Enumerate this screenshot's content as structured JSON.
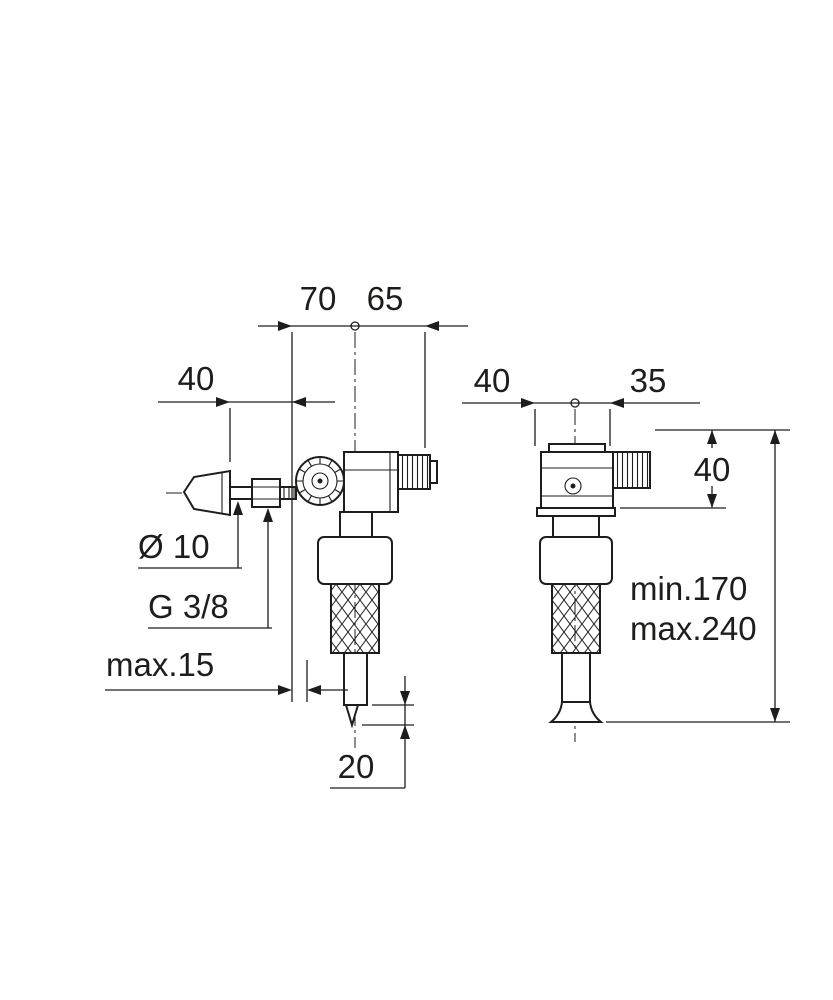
{
  "drawing": {
    "background": "#ffffff",
    "line_color": "#1d1d1b",
    "views": {
      "side_view": "filling-valve-side-view",
      "front_view": "filling-valve-front-view"
    },
    "dimensions": {
      "width_left_of_center": "70",
      "width_right_of_center": "65",
      "handle_length": "40",
      "front_left_of_center": "40",
      "front_right_of_center": "35",
      "inlet_height": "40",
      "shaft_diameter": "Ø 10",
      "thread": "G 3/8",
      "wall_thickness": "max.15",
      "outlet_tip": "20",
      "install_min": "min.170",
      "install_max": "max.240"
    }
  }
}
